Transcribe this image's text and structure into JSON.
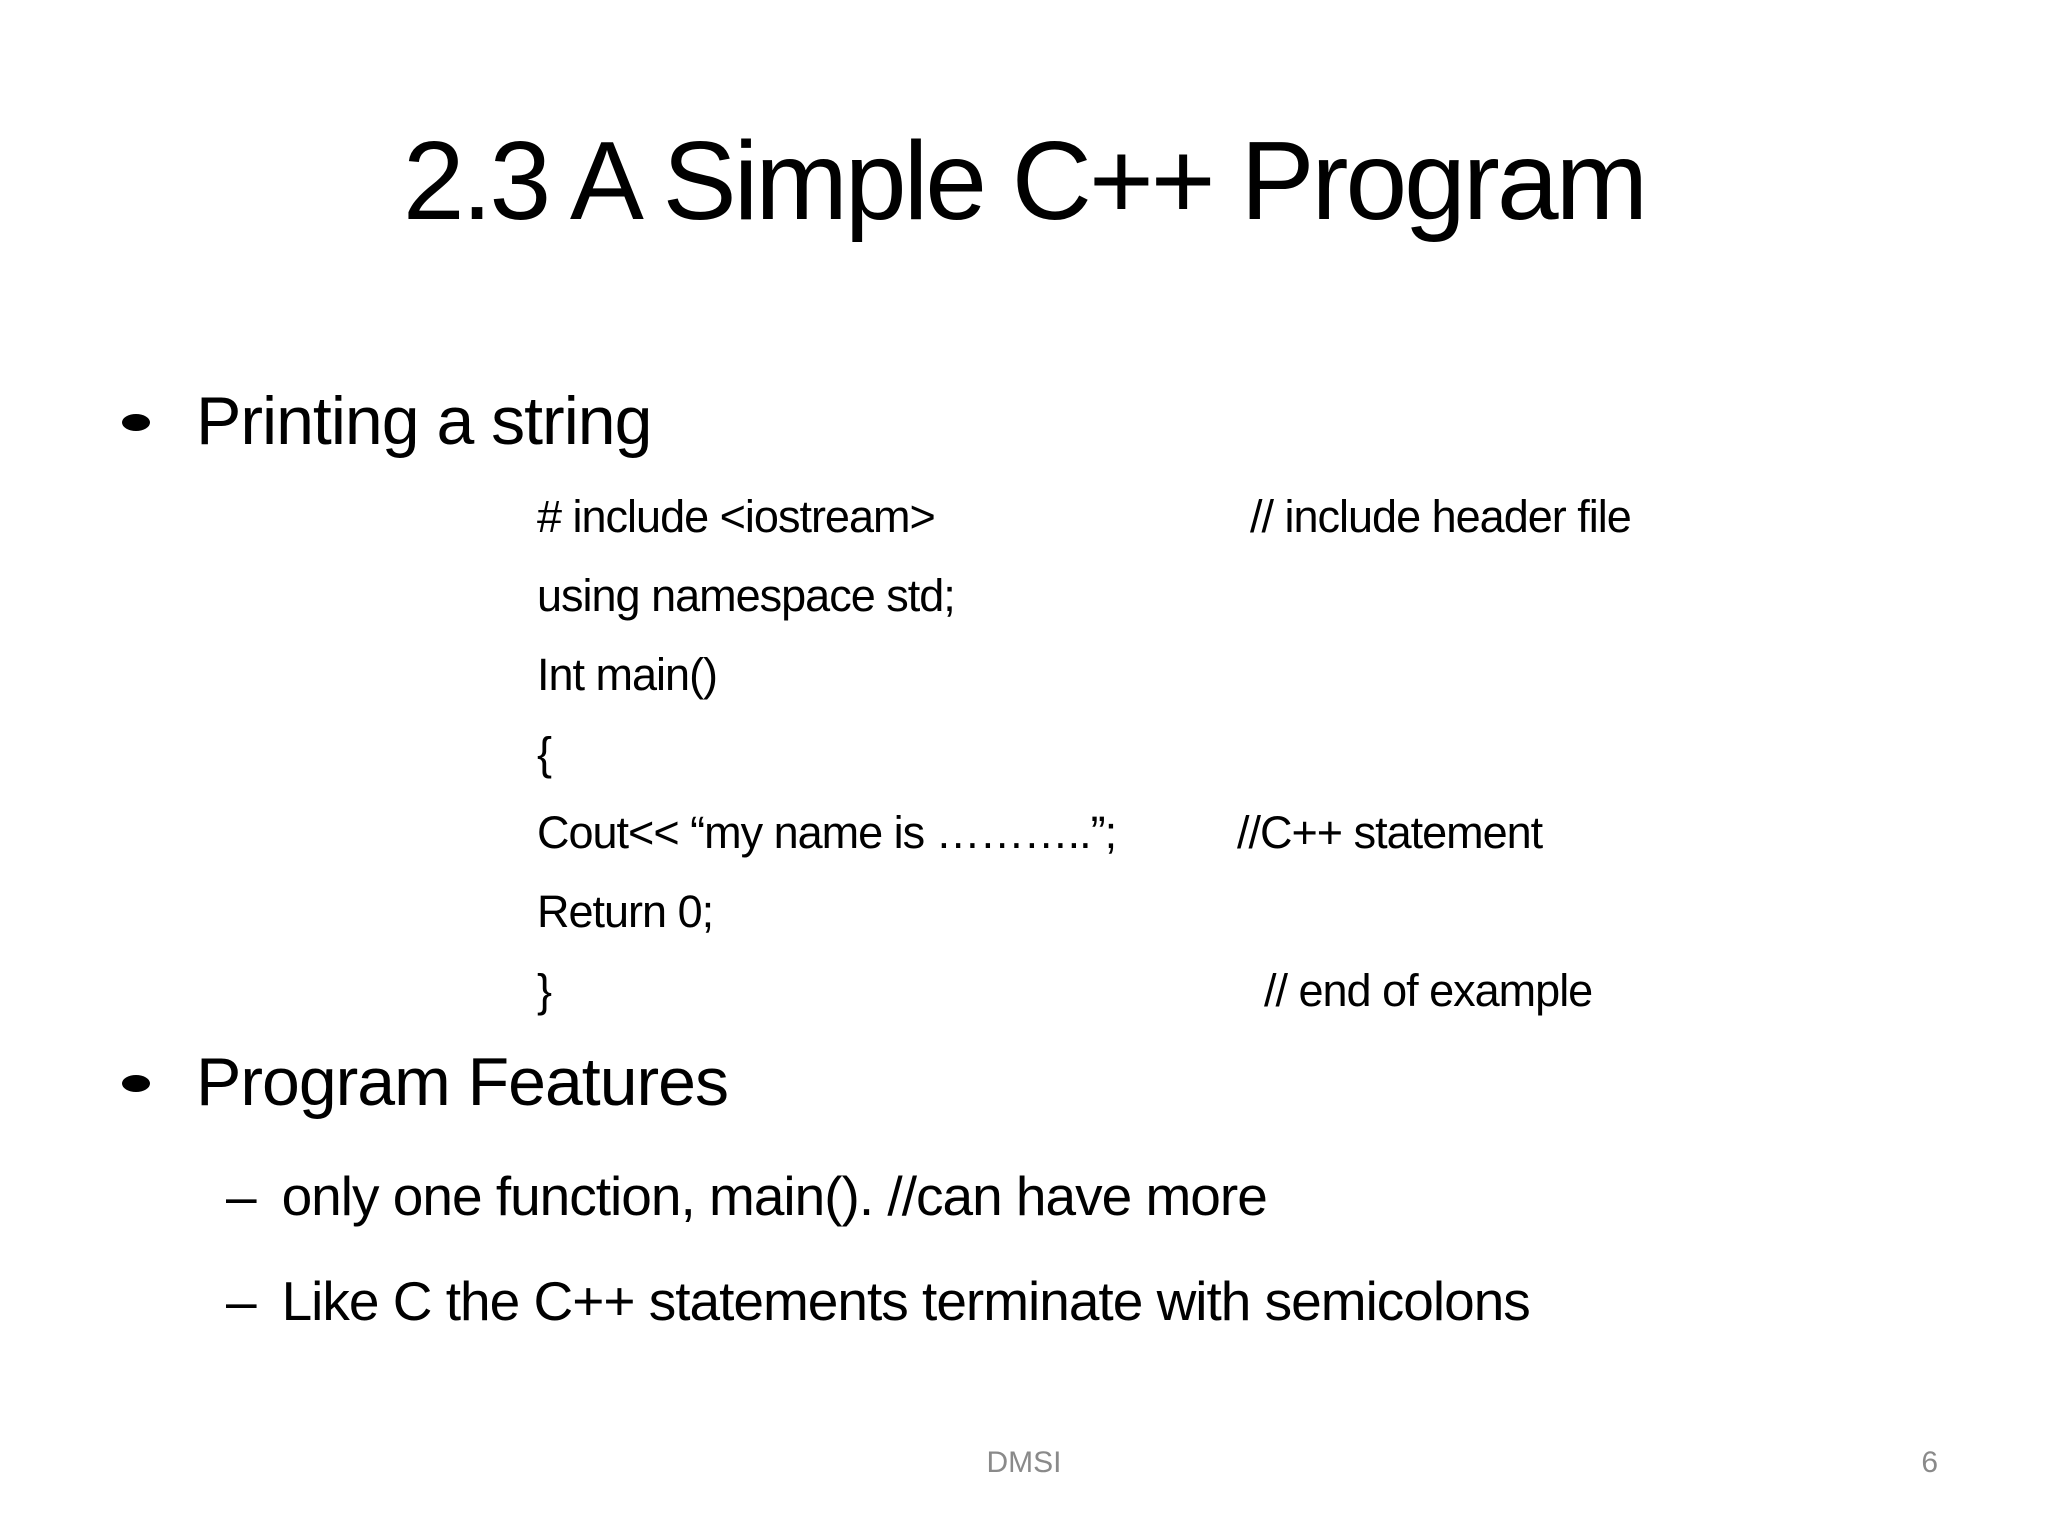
{
  "slide": {
    "title": "2.3 A Simple C++ Program",
    "bullets": {
      "printing": {
        "label": "Printing a string"
      },
      "features": {
        "label": "Program Features"
      }
    },
    "code_block": {
      "lines": [
        {
          "code": "# include <iostream>",
          "comment": "// include header file"
        },
        {
          "code": "using namespace std;",
          "comment": ""
        },
        {
          "code": "Int main()",
          "comment": ""
        },
        {
          "code": "{",
          "comment": ""
        },
        {
          "code": "Cout<< “my name is ………..”;",
          "comment": "//C++ statement"
        },
        {
          "code": "Return 0;",
          "comment": ""
        },
        {
          "code": "}",
          "comment": "// end of example"
        }
      ]
    },
    "sub_bullets": [
      {
        "marker": "–",
        "label": "only one function, main(). //can have more"
      },
      {
        "marker": "–",
        "label": "Like C the C++ statements terminate with semicolons"
      }
    ],
    "footer": {
      "doc_label": "DMSI",
      "page_number": "6"
    }
  }
}
